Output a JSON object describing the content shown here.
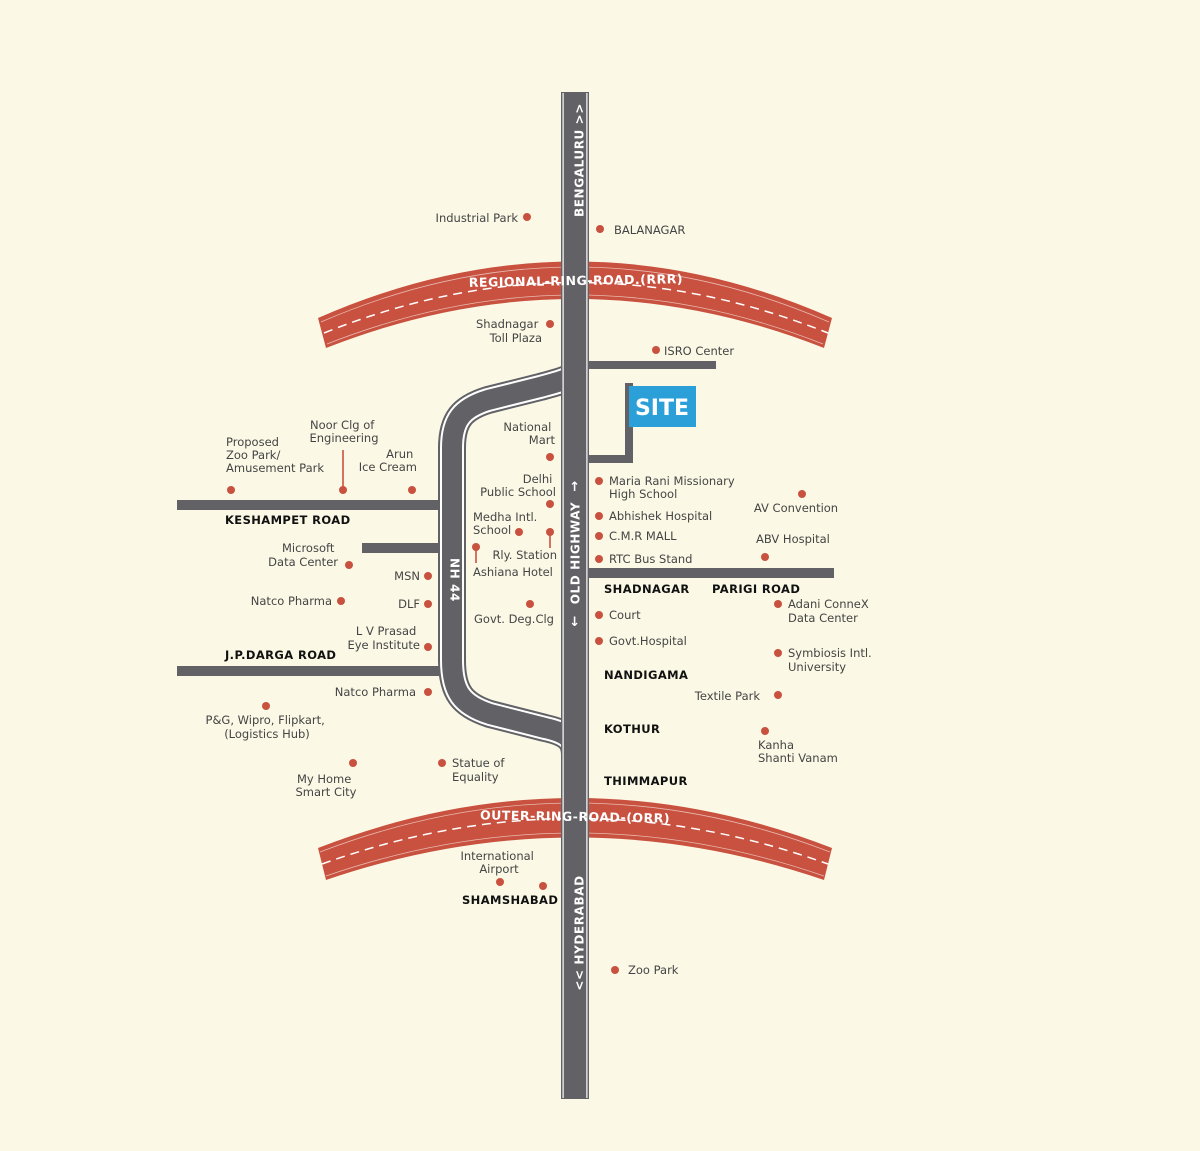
{
  "colors": {
    "background": "#fbf9e6",
    "road": "#616166",
    "ring_road": "#c8523f",
    "marker": "#c8523f",
    "site": "#2a9fd8"
  },
  "site_label": "SITE",
  "road_names": {
    "bengaluru": "BENGALURU >>",
    "hyderabad": "<< HYDERABAD",
    "nh44": "NH 44",
    "old_highway": "OLD HIGHWAY",
    "rrr": "REGIONAL-RING-ROAD.(RRR)",
    "orr": "OUTER-RING-ROAD-(ORR)"
  },
  "arrow_up": "↑",
  "arrow_down": "↓",
  "area_labels": [
    "KESHAMPET ROAD",
    "J.P.DARGA ROAD",
    "SHADNAGAR",
    "PARIGI ROAD",
    "NANDIGAMA",
    "KOTHUR",
    "THIMMAPUR",
    "SHAMSHABAD"
  ],
  "places": [
    {
      "lines": [
        "Industrial Park"
      ]
    },
    {
      "lines": [
        "BALANAGAR"
      ]
    },
    {
      "lines": [
        "Shadnagar",
        "Toll Plaza"
      ]
    },
    {
      "lines": [
        "ISRO Center"
      ]
    },
    {
      "lines": [
        "Noor Clg of",
        "Engineering"
      ]
    },
    {
      "lines": [
        "Proposed",
        "Zoo Park/",
        "Amusement Park"
      ]
    },
    {
      "lines": [
        "Arun",
        "Ice Cream"
      ]
    },
    {
      "lines": [
        "National",
        "Mart"
      ]
    },
    {
      "lines": [
        "Delhi",
        "Public School"
      ]
    },
    {
      "lines": [
        "Medha Intl.",
        "School"
      ]
    },
    {
      "lines": [
        "Rly. Station"
      ]
    },
    {
      "lines": [
        "Ashiana Hotel"
      ]
    },
    {
      "lines": [
        "Microsoft",
        "Data Center"
      ]
    },
    {
      "lines": [
        "MSN"
      ]
    },
    {
      "lines": [
        "Natco Pharma"
      ]
    },
    {
      "lines": [
        "DLF"
      ]
    },
    {
      "lines": [
        "Govt. Deg.Clg"
      ]
    },
    {
      "lines": [
        "L V Prasad",
        "Eye Institute"
      ]
    },
    {
      "lines": [
        "Natco Pharma"
      ]
    },
    {
      "lines": [
        "P&G, Wipro, Flipkart,",
        "(Logistics Hub)"
      ]
    },
    {
      "lines": [
        "My Home",
        "Smart City"
      ]
    },
    {
      "lines": [
        "Statue of",
        "Equality"
      ]
    },
    {
      "lines": [
        "Maria Rani Missionary",
        "High School"
      ]
    },
    {
      "lines": [
        "Abhishek Hospital"
      ]
    },
    {
      "lines": [
        "C.M.R MALL"
      ]
    },
    {
      "lines": [
        "RTC Bus Stand"
      ]
    },
    {
      "lines": [
        "AV Convention"
      ]
    },
    {
      "lines": [
        "ABV Hospital"
      ]
    },
    {
      "lines": [
        "Court"
      ]
    },
    {
      "lines": [
        "Govt.Hospital"
      ]
    },
    {
      "lines": [
        "Adani ConneX",
        "Data Center"
      ]
    },
    {
      "lines": [
        "Symbiosis Intl.",
        "University"
      ]
    },
    {
      "lines": [
        "Textile Park"
      ]
    },
    {
      "lines": [
        "Kanha",
        "Shanti Vanam"
      ]
    },
    {
      "lines": [
        "International",
        "Airport"
      ]
    },
    {
      "lines": [
        "Zoo Park"
      ]
    }
  ]
}
